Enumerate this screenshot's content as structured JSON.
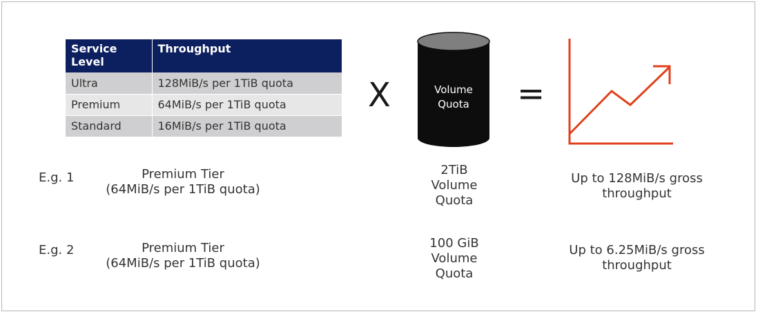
{
  "table": {
    "headers": [
      "Service Level",
      "Throughput"
    ],
    "rows": [
      [
        "Ultra",
        "128MiB/s per 1TiB quota"
      ],
      [
        "Premium",
        "64MiB/s per 1TiB quota"
      ],
      [
        "Standard",
        "16MiB/s per 1TiB quota"
      ]
    ]
  },
  "operators": {
    "multiply": "X",
    "equals": "="
  },
  "cylinder": {
    "line1": "Volume",
    "line2": "Quota"
  },
  "colors": {
    "header_bg": "#0c1f5e",
    "row_dark": "#cfcfd1",
    "row_light": "#e7e7e8",
    "cylinder_body": "#0d0d0d",
    "cylinder_top": "#7f7f7f",
    "chart_accent": "#e0401c"
  },
  "examples": [
    {
      "label": "E.g. 1",
      "tier_line1": "Premium Tier",
      "tier_line2": "(64MiB/s per 1TiB quota)",
      "quota_lines": [
        "2TiB",
        "Volume",
        "Quota"
      ],
      "result_line1": "Up to 128MiB/s gross",
      "result_line2": "throughput"
    },
    {
      "label": "E.g. 2",
      "tier_line1": "Premium Tier",
      "tier_line2": "(64MiB/s per 1TiB quota)",
      "quota_lines": [
        "100 GiB",
        "Volume",
        "Quota"
      ],
      "result_line1": "Up to 6.25MiB/s gross",
      "result_line2": "throughput"
    }
  ]
}
